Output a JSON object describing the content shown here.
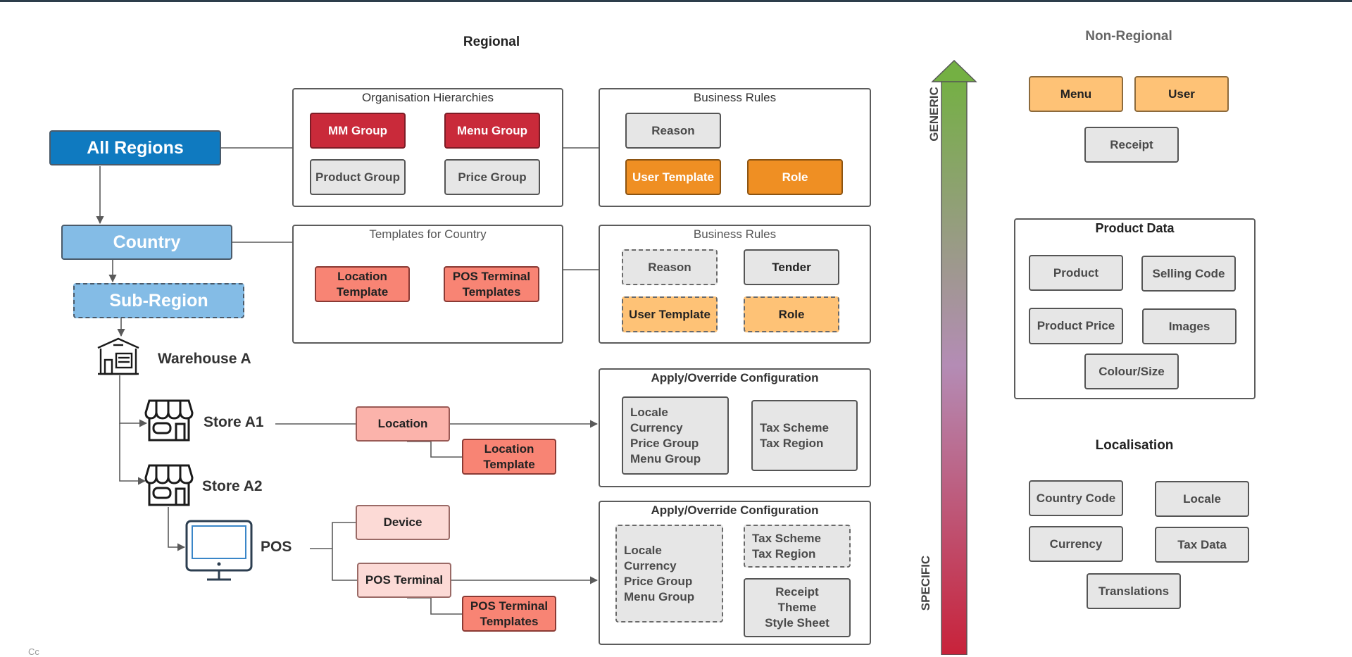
{
  "sections": {
    "regional": "Regional",
    "non_regional": "Non-Regional"
  },
  "hierarchy": {
    "all_regions": "All Regions",
    "country": "Country",
    "sub_region": "Sub-Region",
    "warehouse": "Warehouse A",
    "store_a1": "Store A1",
    "store_a2": "Store A2",
    "pos": "POS"
  },
  "org_hierarchies": {
    "title": "Organisation Hierarchies",
    "items": [
      "MM Group",
      "Menu Group",
      "Product Group",
      "Price Group"
    ]
  },
  "business_rules_1": {
    "title": "Business Rules",
    "items": [
      "Reason",
      "User Template",
      "Role"
    ]
  },
  "templates_country": {
    "title": "Templates for Country",
    "items": [
      [
        "Location",
        "Template"
      ],
      [
        "POS Terminal",
        "Templates"
      ]
    ]
  },
  "business_rules_2": {
    "title": "Business Rules",
    "items": [
      "Reason",
      "Tender",
      "User Template",
      "Role"
    ]
  },
  "store_flow": {
    "location": "Location",
    "location_template": [
      "Location",
      "Template"
    ],
    "device": "Device",
    "pos_terminal": "POS Terminal",
    "pos_terminal_templates": [
      "POS Terminal",
      "Templates"
    ]
  },
  "apply_override_1": {
    "title": "Apply/Override Configuration",
    "left_items": [
      "Locale",
      "Currency",
      "Price Group",
      "Menu Group"
    ],
    "right_items": [
      "Tax Scheme",
      "Tax Region"
    ]
  },
  "apply_override_2": {
    "title": "Apply/Override Configuration",
    "left_items": [
      "Locale",
      "Currency",
      "Price Group",
      "Menu Group"
    ],
    "tax_items": [
      "Tax Scheme",
      "Tax Region"
    ],
    "receipt_items": [
      "Receipt",
      "Theme",
      "Style Sheet"
    ]
  },
  "axis": {
    "top": "GENERIC",
    "bottom": "SPECIFIC"
  },
  "non_regional": {
    "top_items": [
      "Menu",
      "User"
    ],
    "receipt": "Receipt",
    "product_data": {
      "title": "Product Data",
      "items": [
        "Product",
        "Selling Code",
        "Product Price",
        "Images",
        "Colour/Size"
      ]
    },
    "localisation": {
      "title": "Localisation",
      "items": [
        "Country Code",
        "Locale",
        "Currency",
        "Tax Data",
        "Translations"
      ]
    }
  },
  "footer_mark": "Cc",
  "colors": {
    "dark_blue": "#0f7ac0",
    "light_blue": "#84bce6",
    "red": "#c92a3a",
    "salmon": "#f88474",
    "orange": "#ef8f23",
    "light_orange": "#fec276",
    "grey": "#e6e6e6",
    "gradient": [
      "#74b043",
      "#b48cb5",
      "#c8223a"
    ]
  }
}
